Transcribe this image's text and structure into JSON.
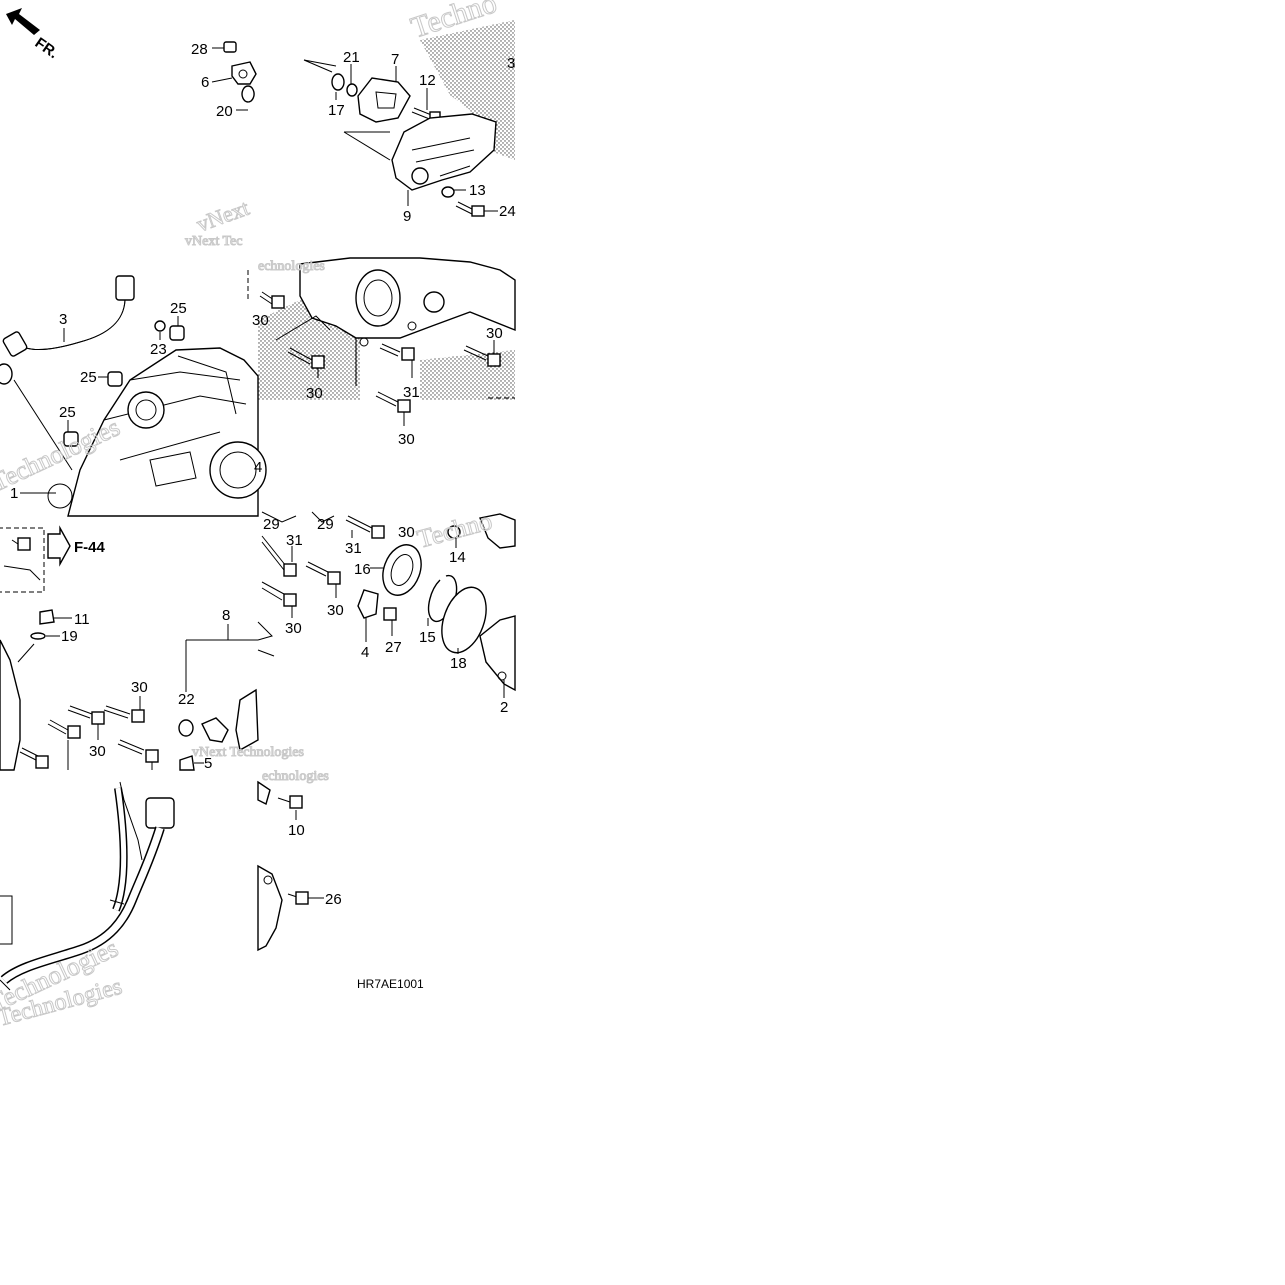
{
  "header": {
    "direction_label": "FR."
  },
  "reference": {
    "label": "F-44"
  },
  "diagram_code": "HR7AE1001",
  "watermark": [
    "vNext Technologies",
    "vNext Technologies",
    "vNext Technologies",
    "Techno",
    "Technologies",
    "vNext Tec",
    "vNext",
    "echnologies"
  ],
  "callouts": {
    "c1": "1",
    "c2": "2",
    "c3": "3",
    "c3b": "3",
    "c4": "4",
    "c4b": "4",
    "c5": "5",
    "c6": "6",
    "c7": "7",
    "c8": "8",
    "c9": "9",
    "c10": "10",
    "c11": "11",
    "c12": "12",
    "c13": "13",
    "c14": "14",
    "c15": "15",
    "c16": "16",
    "c17": "17",
    "c18": "18",
    "c19": "19",
    "c20": "20",
    "c21": "21",
    "c22": "22",
    "c23": "23",
    "c24": "24",
    "c25a": "25",
    "c25b": "25",
    "c25c": "25",
    "c26": "26",
    "c27": "27",
    "c28": "28",
    "c29a": "29",
    "c29b": "29",
    "c30a": "30",
    "c30b": "30",
    "c30c": "30",
    "c30d": "30",
    "c30e": "30",
    "c30f": "30",
    "c30g": "30",
    "c30h": "30",
    "c30i": "30",
    "c31a": "31",
    "c31b": "31",
    "c31c": "31"
  }
}
